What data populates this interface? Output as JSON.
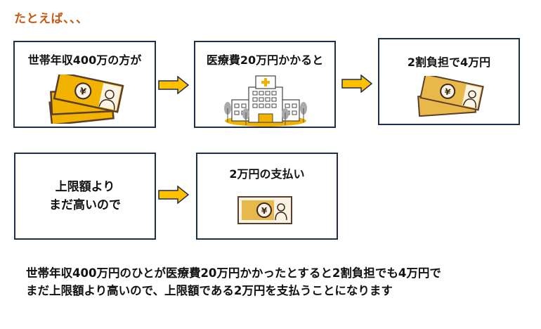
{
  "heading": "たとえば、、、",
  "steps": [
    {
      "title": "世帯年収400万の方が",
      "icon": "stacked-bills-icon"
    },
    {
      "title": "医療費20万円かかると",
      "icon": "hospital-icon"
    },
    {
      "title": "2割負担で4万円",
      "icon": "two-bills-icon"
    },
    {
      "lines": [
        "上限額より",
        "まだ高いので"
      ]
    },
    {
      "title": "2万円の支払い",
      "icon": "single-bill-icon"
    }
  ],
  "bill_symbol": "¥",
  "summary": [
    "世帯年収400万円のひとが医療費20万円かかったとすると2割負担でも4万円で",
    "まだ上限額より高いので、上限額である2万円を支払うことになります"
  ],
  "colors": {
    "heading": "#c55a11",
    "arrow": "#ffc000",
    "border": "#1f2d4d",
    "bill": "#f2b300",
    "bill_pale": "#e8b94a"
  }
}
